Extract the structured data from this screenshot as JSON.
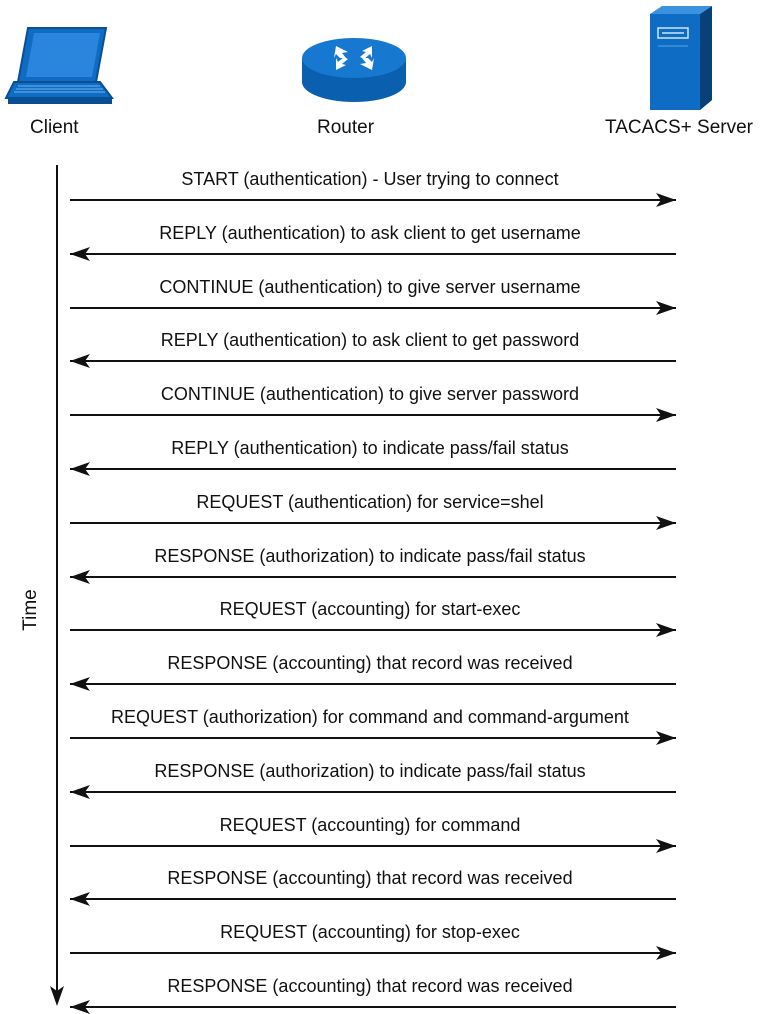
{
  "actors": {
    "client": {
      "label": "Client",
      "icon": "laptop-icon"
    },
    "router": {
      "label": "Router",
      "icon": "router-icon"
    },
    "server": {
      "label": "TACACS+ Server",
      "icon": "server-tower-icon"
    }
  },
  "timeline": {
    "label": "Time"
  },
  "colors": {
    "icon_blue": "#0f6cc4",
    "icon_dark": "#0a4f93",
    "line": "#111111"
  },
  "messages": [
    {
      "text": "START (authentication) - User trying to connect",
      "direction": "to-server"
    },
    {
      "text": "REPLY (authentication) to ask client to get username",
      "direction": "to-client"
    },
    {
      "text": "CONTINUE (authentication) to give server username",
      "direction": "to-server"
    },
    {
      "text": "REPLY (authentication) to ask client to get password",
      "direction": "to-client"
    },
    {
      "text": "CONTINUE (authentication) to give server password",
      "direction": "to-server"
    },
    {
      "text": "REPLY (authentication) to indicate pass/fail status",
      "direction": "to-client"
    },
    {
      "text": "REQUEST (authentication) for service=shel",
      "direction": "to-server"
    },
    {
      "text": "RESPONSE (authorization) to indicate pass/fail status",
      "direction": "to-client"
    },
    {
      "text": "REQUEST (accounting) for start-exec",
      "direction": "to-server"
    },
    {
      "text": "RESPONSE (accounting) that record was received",
      "direction": "to-client"
    },
    {
      "text": "REQUEST (authorization) for command and command-argument",
      "direction": "to-server"
    },
    {
      "text": "RESPONSE (authorization) to indicate pass/fail status",
      "direction": "to-client"
    },
    {
      "text": "REQUEST (accounting) for command",
      "direction": "to-server"
    },
    {
      "text": "RESPONSE (accounting) that record was received",
      "direction": "to-client"
    },
    {
      "text": "REQUEST (accounting) for stop-exec",
      "direction": "to-server"
    },
    {
      "text": "RESPONSE (accounting) that record was received",
      "direction": "to-client"
    }
  ]
}
